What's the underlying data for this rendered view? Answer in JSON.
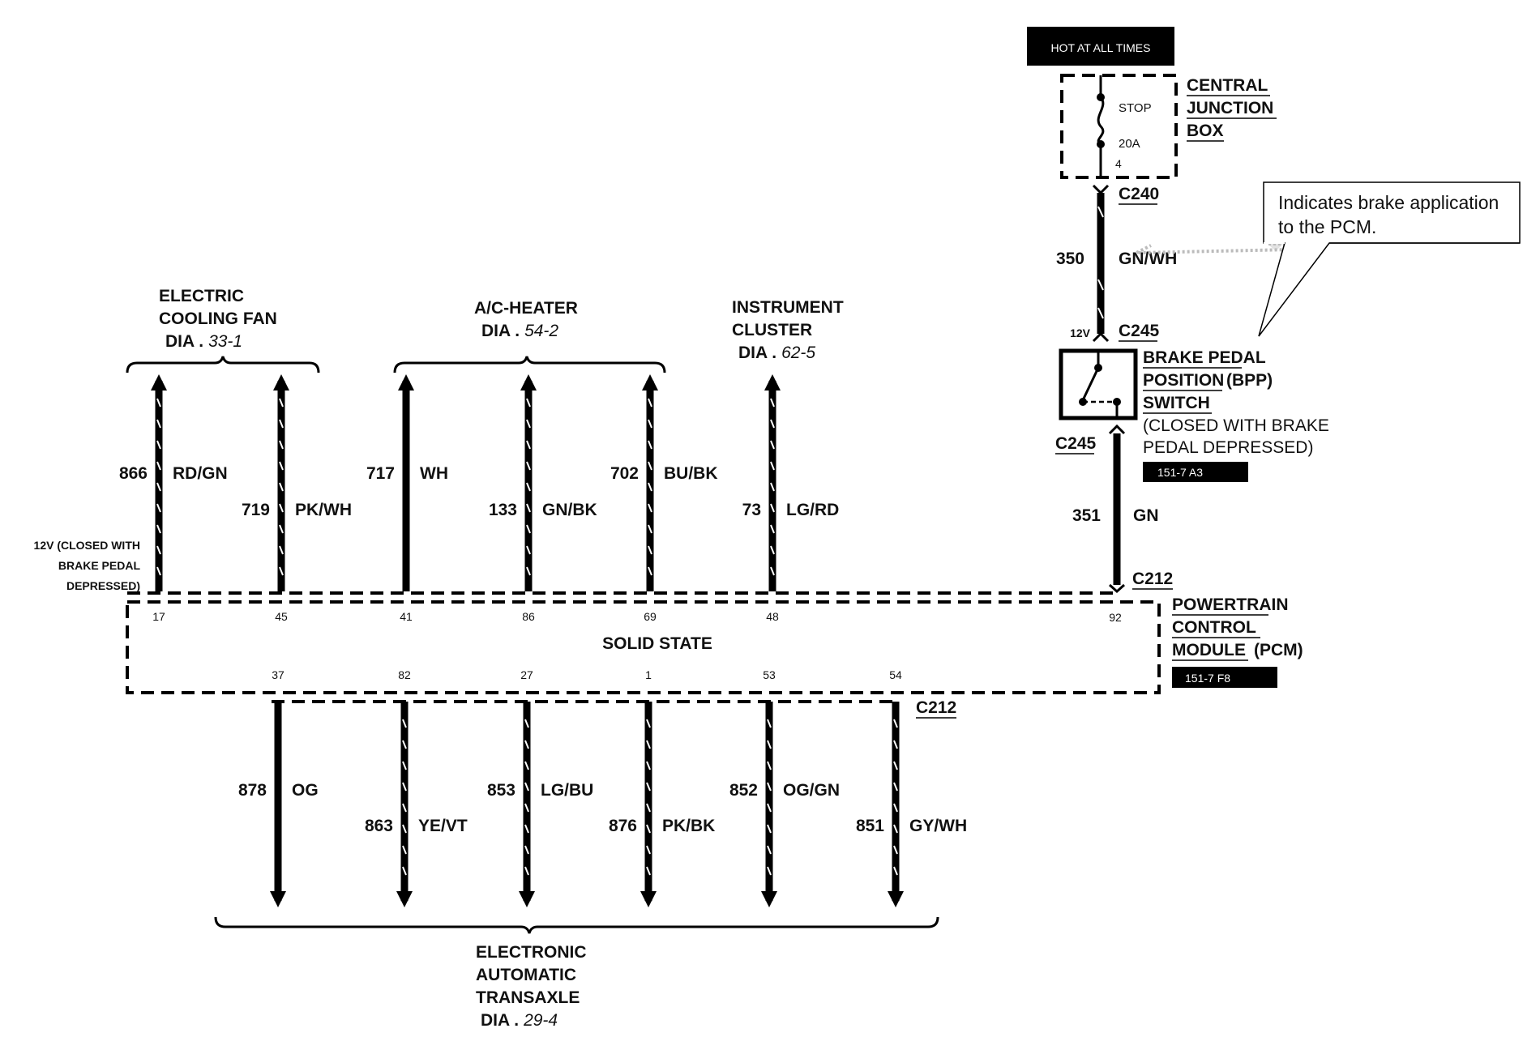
{
  "hot_at_all_times": "HOT AT ALL TIMES",
  "central_junction_box": {
    "line1": "CENTRAL",
    "line2": "JUNCTION",
    "line3": "BOX",
    "fuse_name": "STOP",
    "fuse_rating": "20A",
    "fuse_number": "4"
  },
  "callout": {
    "line1": "Indicates brake application",
    "line2": "to the PCM."
  },
  "bpp_switch": {
    "line1": "BRAKE PEDAL",
    "line2_a": "POSITION",
    "line2_b": "(BPP)",
    "line3": "SWITCH",
    "line4": "(CLOSED WITH BRAKE",
    "line5": "PEDAL DEPRESSED)",
    "ref": "151-7 A3"
  },
  "supply_wires": {
    "c240": "C240",
    "w350_num": "350",
    "w350_color": "GN/WH",
    "voltage": "12V",
    "c245_top": "C245",
    "c245_bottom": "C245",
    "w351_num": "351",
    "w351_color": "GN",
    "c212_top": "C212"
  },
  "pcm": {
    "line1": "POWERTRAIN",
    "line2": "CONTROL",
    "line3_a": "MODULE",
    "line3_b": "(PCM)",
    "ref": "151-7 F8",
    "center_label": "SOLID STATE",
    "pin_92": "92",
    "c212_bottom": "C212"
  },
  "groups": {
    "cooling_fan": {
      "line1": "ELECTRIC",
      "line2": "COOLING FAN",
      "dia": "DIA .",
      "dia_ref": "33-1"
    },
    "ac_heater": {
      "line1": "A/C-HEATER",
      "dia": "DIA .",
      "dia_ref": "54-2"
    },
    "instrument_cluster": {
      "line1": "INSTRUMENT",
      "line2": "CLUSTER",
      "dia": "DIA .",
      "dia_ref": "62-5"
    },
    "transaxle": {
      "line1": "ELECTRONIC",
      "line2": "AUTOMATIC",
      "line3": "TRANSAXLE",
      "dia": "DIA .",
      "dia_ref": "29-4"
    }
  },
  "fan_note": {
    "line1": "12V (CLOSED WITH",
    "line2": "BRAKE PEDAL",
    "line3": "DEPRESSED)"
  },
  "top_wires": [
    {
      "num": "866",
      "color": "RD/GN",
      "pin": "17"
    },
    {
      "num": "719",
      "color": "PK/WH",
      "pin": "45"
    },
    {
      "num": "717",
      "color": "WH",
      "pin": "41"
    },
    {
      "num": "133",
      "color": "GN/BK",
      "pin": "86"
    },
    {
      "num": "702",
      "color": "BU/BK",
      "pin": "69"
    },
    {
      "num": "73",
      "color": "LG/RD",
      "pin": "48"
    }
  ],
  "bottom_wires": [
    {
      "num": "878",
      "color": "OG",
      "pin": "37"
    },
    {
      "num": "863",
      "color": "YE/VT",
      "pin": "82"
    },
    {
      "num": "853",
      "color": "LG/BU",
      "pin": "27"
    },
    {
      "num": "876",
      "color": "PK/BK",
      "pin": "1"
    },
    {
      "num": "852",
      "color": "OG/GN",
      "pin": "53"
    },
    {
      "num": "851",
      "color": "GY/WH",
      "pin": "54"
    }
  ]
}
